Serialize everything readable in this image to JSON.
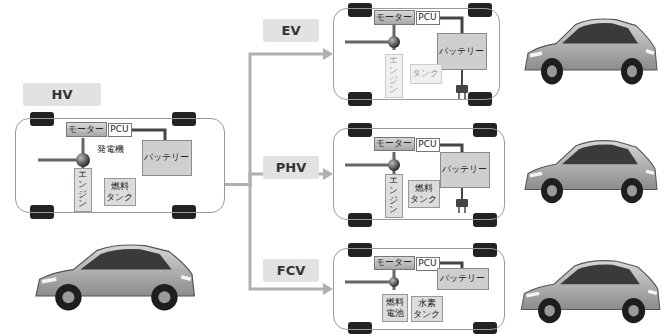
{
  "diagram": {
    "nodes": [
      {
        "text": [
          "HV"
        ]
      },
      {
        "text": [
          "モーター"
        ],
        "in": 0
      },
      {
        "text": [
          "PCU"
        ],
        "in": 0
      },
      {
        "text": [
          "バッテリー"
        ],
        "in": 0
      },
      {
        "text": [
          "エンジン"
        ],
        "in": 0
      },
      {
        "text": [
          "燃料 タンク"
        ],
        "in": 0
      },
      {
        "text": [
          "EV"
        ]
      },
      {
        "text": [
          "モーター"
        ],
        "in": 6
      },
      {
        "text": [
          "PCU"
        ],
        "in": 6
      },
      {
        "text": [
          "バッテリー"
        ],
        "in": 6
      },
      {
        "text": [
          "エンジン"
        ],
        "in": 6
      },
      {
        "text": [
          "タンク"
        ],
        "in": 6
      },
      {
        "text": [
          "PHV"
        ]
      },
      {
        "text": [
          "モーター"
        ],
        "in": 12
      },
      {
        "text": [
          "PCU"
        ],
        "in": 12
      },
      {
        "text": [
          "バッテリー"
        ],
        "in": 12
      },
      {
        "text": [
          "エンジン"
        ],
        "in": 12
      },
      {
        "text": [
          "燃料 タンク"
        ],
        "in": 12
      },
      {
        "text": [
          "FCV"
        ]
      },
      {
        "text": [
          "モーター"
        ],
        "in": 18
      },
      {
        "text": [
          "PCU"
        ],
        "in": 18
      },
      {
        "text": [
          "バッテリー"
        ],
        "in": 18
      },
      {
        "text": [
          "燃料 電池"
        ],
        "in": 18
      },
      {
        "text": [
          "水素 タンク"
        ],
        "in": 18
      }
    ],
    "edges": [
      {
        "from": 0,
        "to": 6,
        "arrow": "to"
      },
      {
        "from": 0,
        "to": 12,
        "arrow": "to"
      },
      {
        "from": 0,
        "to": 18,
        "arrow": "to"
      }
    ],
    "labels": [
      "発電機"
    ]
  }
}
